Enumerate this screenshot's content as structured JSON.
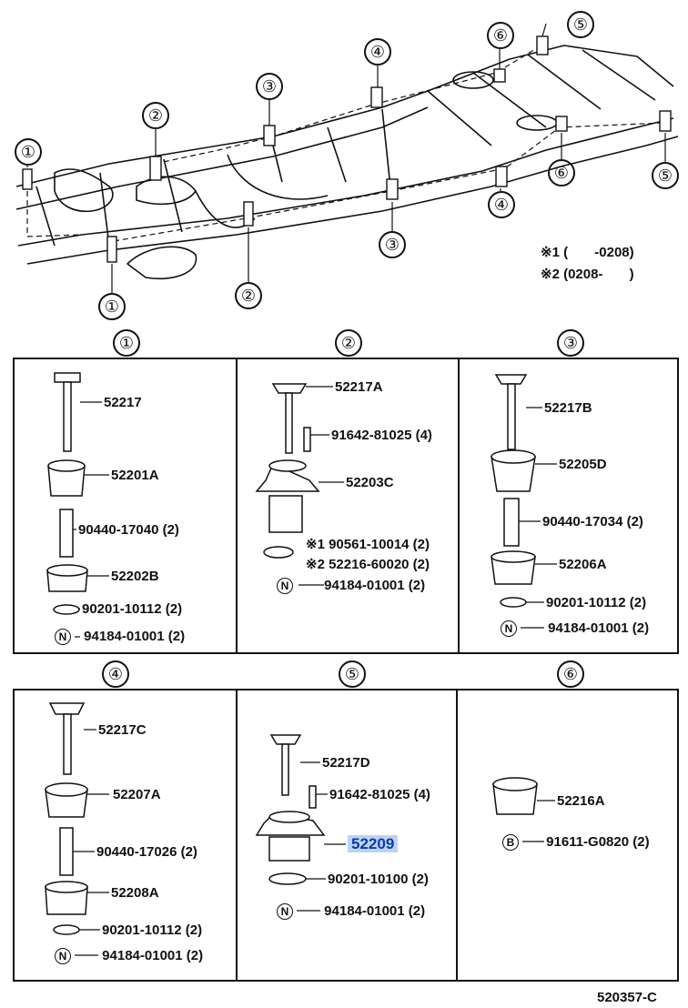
{
  "frame_notes": {
    "note1_mark": "※1",
    "note1_range": "(       -0208)",
    "note2_mark": "※2",
    "note2_range": "(0208-       )"
  },
  "callouts": [
    "①",
    "②",
    "③",
    "④",
    "⑤",
    "⑥"
  ],
  "panels": {
    "p1": {
      "header": "①",
      "parts": [
        "52217",
        "52201A",
        "90440-17040 (2)",
        "52202B",
        "90201-10112 (2)",
        "94184-01001 (2)"
      ],
      "symbol": "N"
    },
    "p2": {
      "header": "②",
      "parts": [
        "52217A",
        "91642-81025 (4)",
        "52203C",
        "90561-10014 (2)",
        "52216-60020 (2)",
        "94184-01001 (2)"
      ],
      "note_marks": [
        "※1",
        "※2"
      ],
      "symbol": "N"
    },
    "p3": {
      "header": "③",
      "parts": [
        "52217B",
        "52205D",
        "90440-17034 (2)",
        "52206A",
        "90201-10112 (2)",
        "94184-01001 (2)"
      ],
      "symbol": "N"
    },
    "p4": {
      "header": "④",
      "parts": [
        "52217C",
        "52207A",
        "90440-17026 (2)",
        "52208A",
        "90201-10112 (2)",
        "94184-01001 (2)"
      ],
      "symbol": "N"
    },
    "p5": {
      "header": "⑤",
      "parts": [
        "52217D",
        "91642-81025 (4)",
        "52209",
        "90201-10100 (2)",
        "94184-01001 (2)"
      ],
      "symbol": "N"
    },
    "p6": {
      "header": "⑥",
      "parts": [
        "52216A",
        "91611-G0820 (2)"
      ],
      "symbol": "B"
    }
  },
  "highlight_color": "#bcd4f2",
  "diagram_code": "520357-C"
}
